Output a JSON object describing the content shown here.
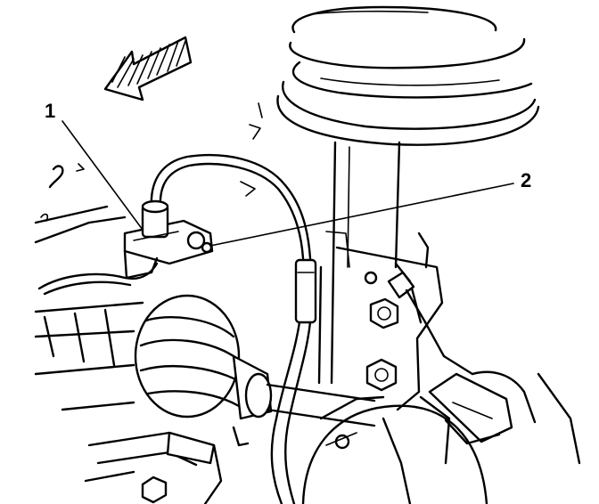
{
  "callouts": [
    {
      "id": "1",
      "label": "1"
    },
    {
      "id": "2",
      "label": "2"
    }
  ],
  "colors": {
    "line": "#000000",
    "background": "#ffffff"
  },
  "icons": {
    "direction": "arrow-icon"
  }
}
